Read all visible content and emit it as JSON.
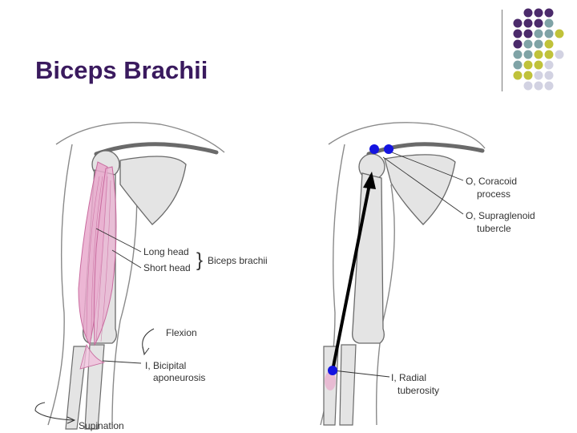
{
  "slide": {
    "title": "Biceps Brachii"
  },
  "decor": {
    "dot_colors": {
      "purple": "#4b2a6b",
      "teal": "#7fa3a6",
      "olive": "#c0c23a",
      "lavender": "#d2d2e2"
    }
  },
  "left_figure": {
    "labels": {
      "long_head": "Long head",
      "short_head": "Short head",
      "biceps_brachii": "Biceps brachii",
      "flexion": "Flexion",
      "insertion_line1": "I, Bicipital",
      "insertion_line2": "aponeurosis",
      "supination": "Supination"
    },
    "colors": {
      "muscle": "#e9a9cc",
      "muscle_dark": "#c86a9e",
      "bone": "#e4e4e4",
      "bone_outline": "#6a6a6a"
    }
  },
  "right_figure": {
    "labels": {
      "origin_coracoid_line1": "O, Coracoid",
      "origin_coracoid_line2": "process",
      "origin_supraglenoid_line1": "O, Supraglenoid",
      "origin_supraglenoid_line2": "tubercle",
      "insertion_line1": "I, Radial",
      "insertion_line2": "tuberosity"
    },
    "colors": {
      "marker": "#1414e0",
      "arrow": "#000000"
    }
  }
}
